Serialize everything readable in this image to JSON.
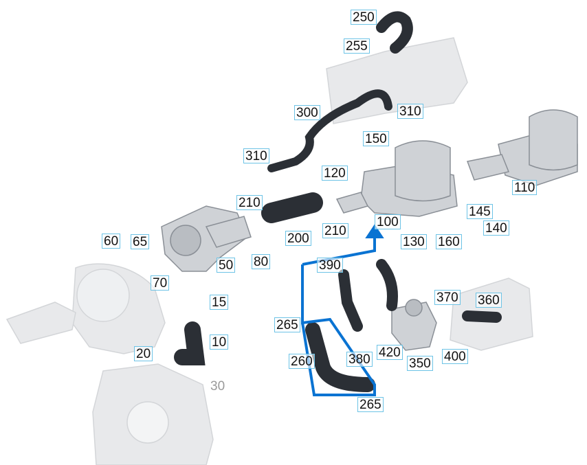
{
  "diagram": {
    "colors": {
      "housing": "#cfd2d6",
      "housing_edge": "#8a8f96",
      "hose": "#2b2f35",
      "ghost": "#e8e9eb",
      "highlight": "#0a73d2"
    },
    "callouts": {
      "c10": "10",
      "c15": "15",
      "c20": "20",
      "c30": "30",
      "c50": "50",
      "c60": "60",
      "c65": "65",
      "c70": "70",
      "c80": "80",
      "c100": "100",
      "c110": "110",
      "c120": "120",
      "c130": "130",
      "c140": "140",
      "c145": "145",
      "c150": "150",
      "c160": "160",
      "c200": "200",
      "c210a": "210",
      "c210b": "210",
      "c250": "250",
      "c255": "255",
      "c260": "260",
      "c265a": "265",
      "c265b": "265",
      "c300": "300",
      "c310a": "310",
      "c310b": "310",
      "c350": "350",
      "c360": "360",
      "c370": "370",
      "c380": "380",
      "c390": "390",
      "c400": "400",
      "c420": "420"
    }
  }
}
